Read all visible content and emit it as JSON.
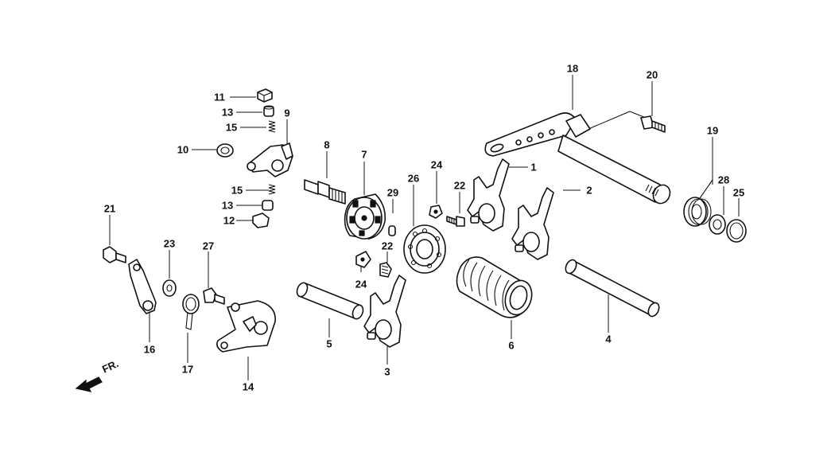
{
  "diagram": {
    "direction_label": "FR.",
    "callouts": [
      "1",
      "2",
      "3",
      "4",
      "5",
      "6",
      "7",
      "8",
      "9",
      "10",
      "11",
      "12",
      "13",
      "13",
      "14",
      "15",
      "15",
      "16",
      "17",
      "18",
      "19",
      "20",
      "21",
      "22",
      "22",
      "23",
      "24",
      "24",
      "25",
      "26",
      "27",
      "28",
      "29"
    ]
  }
}
